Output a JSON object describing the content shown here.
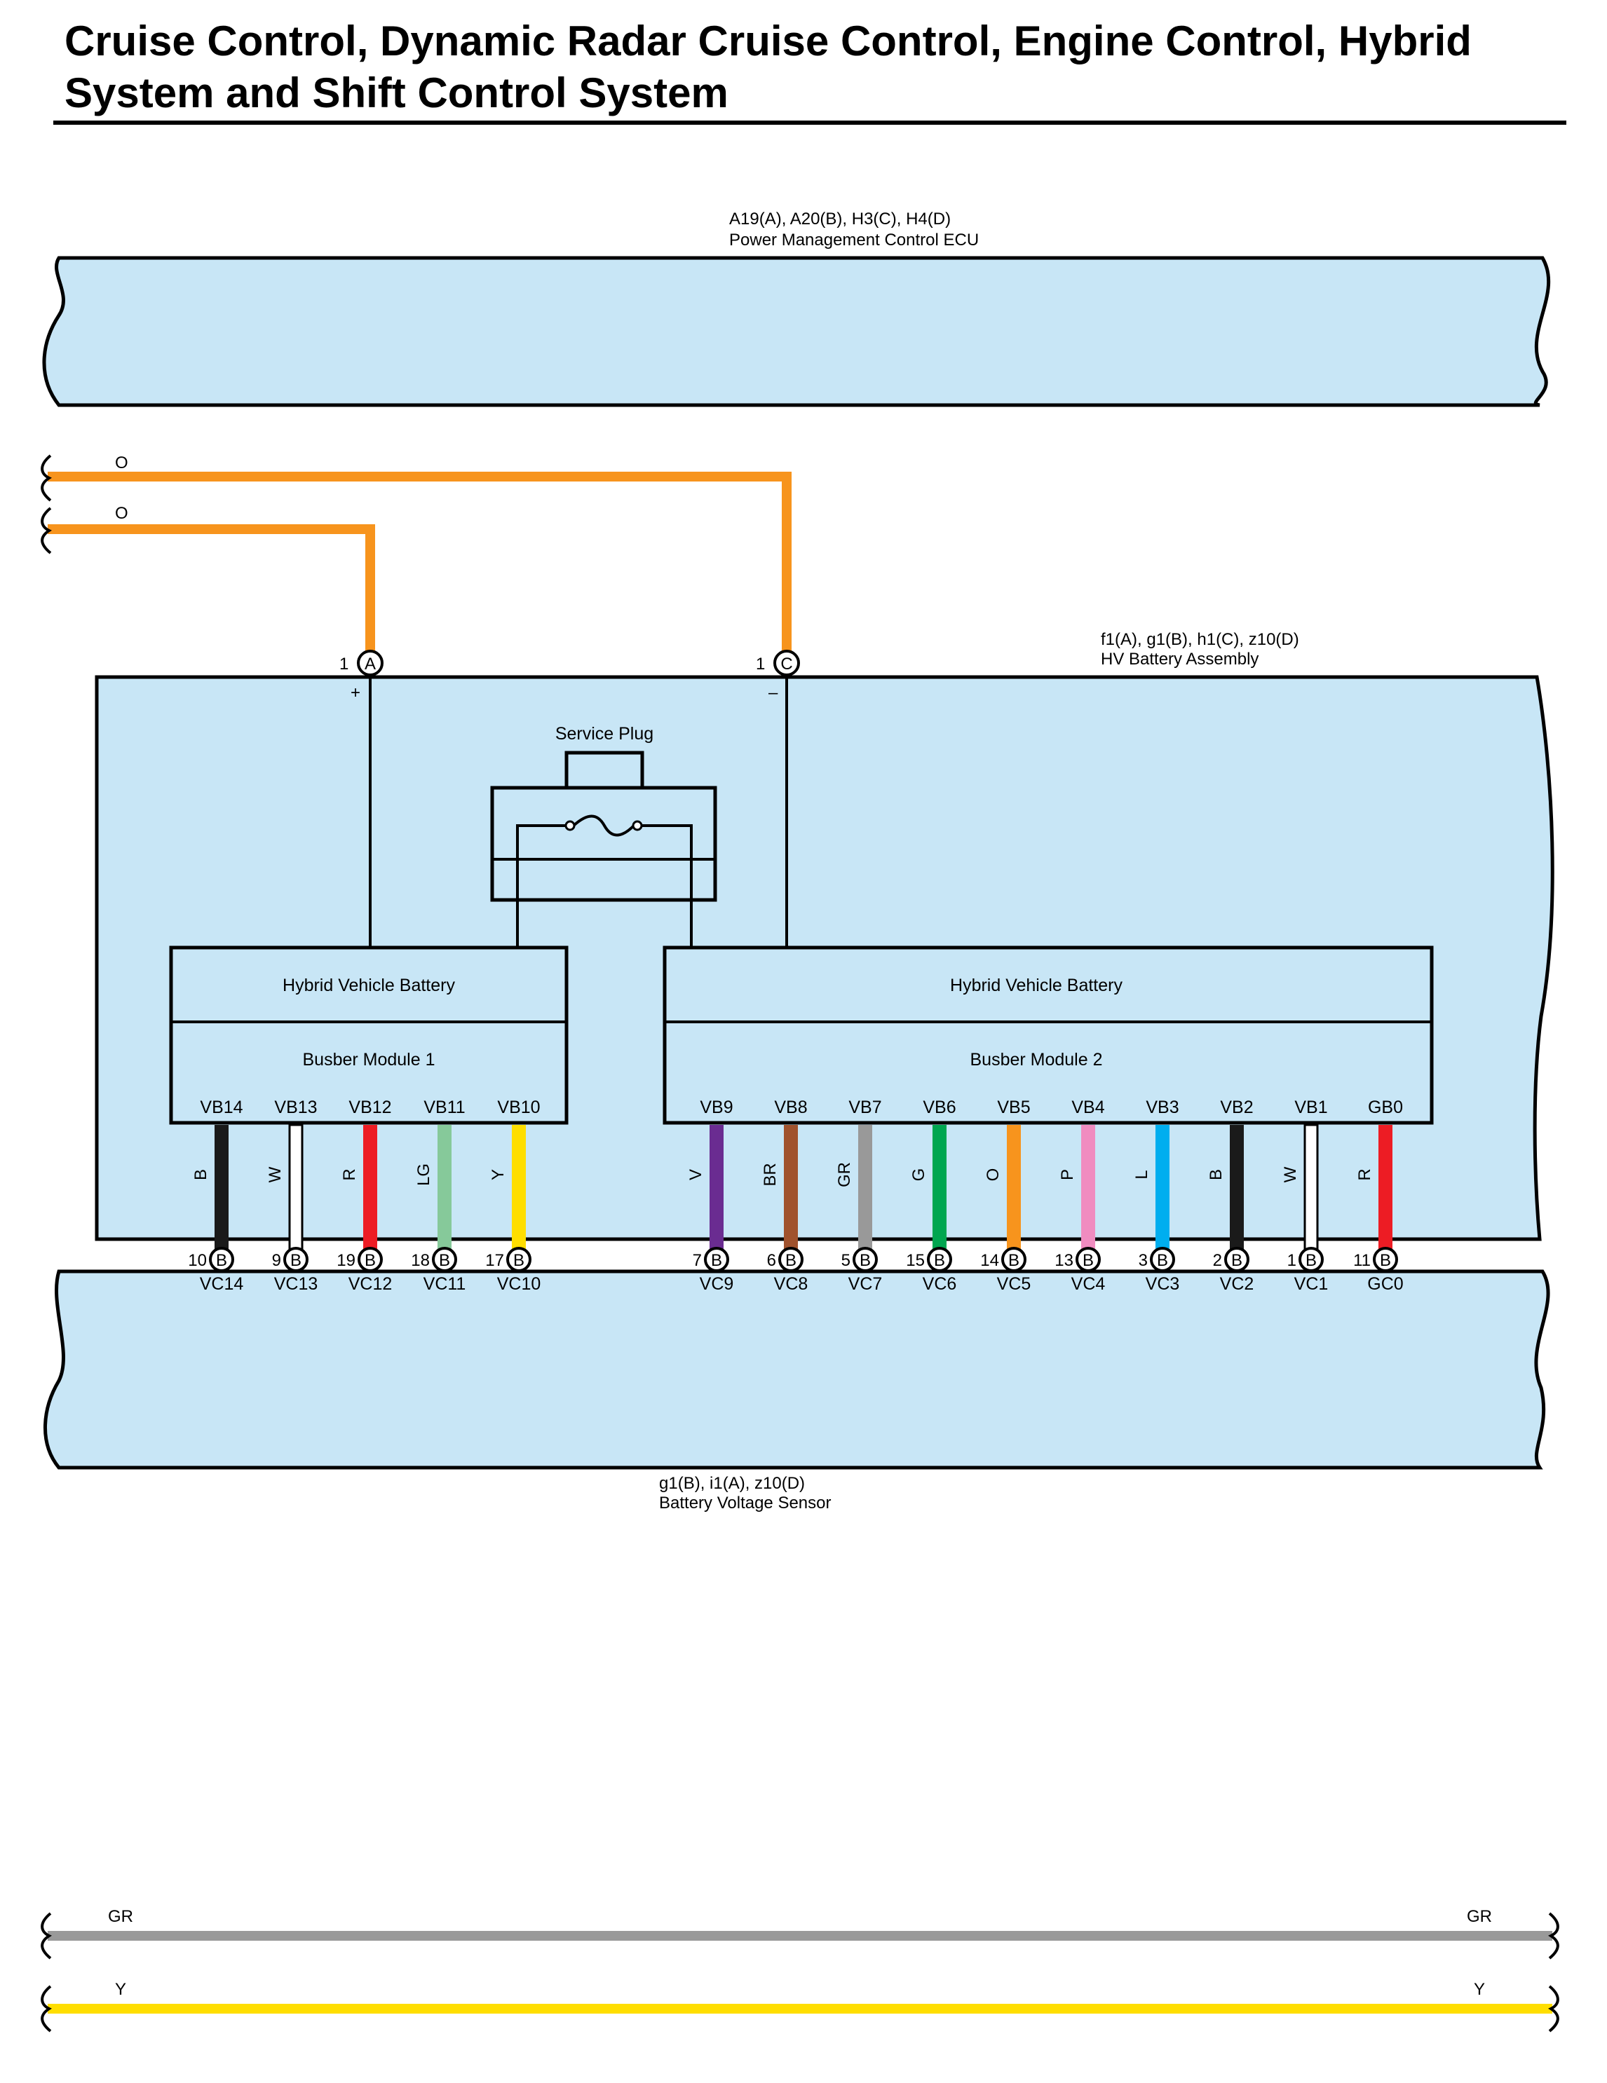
{
  "title": {
    "line1": "Cruise Control, Dynamic Radar Cruise Control, Engine Control, Hybrid",
    "line2": "System and Shift Control System"
  },
  "colors": {
    "panel": "#c8e6f6",
    "O": "#f7941d",
    "B": "#1a1a1a",
    "W": "#ffffff",
    "R": "#ed1c24",
    "LG": "#86c99a",
    "Y": "#ffde00",
    "V": "#6a2c91",
    "BR": "#a0522d",
    "GR": "#999999",
    "G": "#00a650",
    "P": "#f08cc0",
    "L": "#00aeef"
  },
  "ecu": {
    "code": "A19(A), A20(B), H3(C), H4(D)",
    "name": "Power Management Control ECU"
  },
  "hv_battery": {
    "code": "f1(A), g1(B), h1(C), z10(D)",
    "name": "HV Battery Assembly",
    "service_plug": "Service Plug",
    "pos_terminal": {
      "pin": "1",
      "connector": "A",
      "polarity": "+"
    },
    "neg_terminal": {
      "pin": "1",
      "connector": "C",
      "polarity": "–"
    },
    "module1": {
      "top": "Hybrid Vehicle Battery",
      "bottom": "Busber Module 1"
    },
    "module2": {
      "top": "Hybrid Vehicle Battery",
      "bottom": "Busber Module 2"
    }
  },
  "sensor": {
    "code": "g1(B), i1(A), z10(D)",
    "name": "Battery Voltage Sensor"
  },
  "incoming_wires": [
    {
      "color_label": "O"
    },
    {
      "color_label": "O"
    }
  ],
  "harness_wires": [
    {
      "term": "VB14",
      "color_label": "B",
      "pin": "10",
      "connector": "B",
      "sensor_term": "VC14"
    },
    {
      "term": "VB13",
      "color_label": "W",
      "pin": "9",
      "connector": "B",
      "sensor_term": "VC13"
    },
    {
      "term": "VB12",
      "color_label": "R",
      "pin": "19",
      "connector": "B",
      "sensor_term": "VC12"
    },
    {
      "term": "VB11",
      "color_label": "LG",
      "pin": "18",
      "connector": "B",
      "sensor_term": "VC11"
    },
    {
      "term": "VB10",
      "color_label": "Y",
      "pin": "17",
      "connector": "B",
      "sensor_term": "VC10"
    },
    {
      "term": "VB9",
      "color_label": "V",
      "pin": "7",
      "connector": "B",
      "sensor_term": "VC9"
    },
    {
      "term": "VB8",
      "color_label": "BR",
      "pin": "6",
      "connector": "B",
      "sensor_term": "VC8"
    },
    {
      "term": "VB7",
      "color_label": "GR",
      "pin": "5",
      "connector": "B",
      "sensor_term": "VC7"
    },
    {
      "term": "VB6",
      "color_label": "G",
      "pin": "15",
      "connector": "B",
      "sensor_term": "VC6"
    },
    {
      "term": "VB5",
      "color_label": "O",
      "pin": "14",
      "connector": "B",
      "sensor_term": "VC5"
    },
    {
      "term": "VB4",
      "color_label": "P",
      "pin": "13",
      "connector": "B",
      "sensor_term": "VC4"
    },
    {
      "term": "VB3",
      "color_label": "L",
      "pin": "3",
      "connector": "B",
      "sensor_term": "VC3"
    },
    {
      "term": "VB2",
      "color_label": "B",
      "pin": "2",
      "connector": "B",
      "sensor_term": "VC2"
    },
    {
      "term": "VB1",
      "color_label": "W",
      "pin": "1",
      "connector": "B",
      "sensor_term": "VC1"
    },
    {
      "term": "GB0",
      "color_label": "R",
      "pin": "11",
      "connector": "B",
      "sensor_term": "GC0"
    }
  ],
  "bottom_wires": [
    {
      "left_label": "GR",
      "right_label": "GR",
      "color_key": "GR"
    },
    {
      "left_label": "Y",
      "right_label": "Y",
      "color_key": "Y"
    }
  ]
}
